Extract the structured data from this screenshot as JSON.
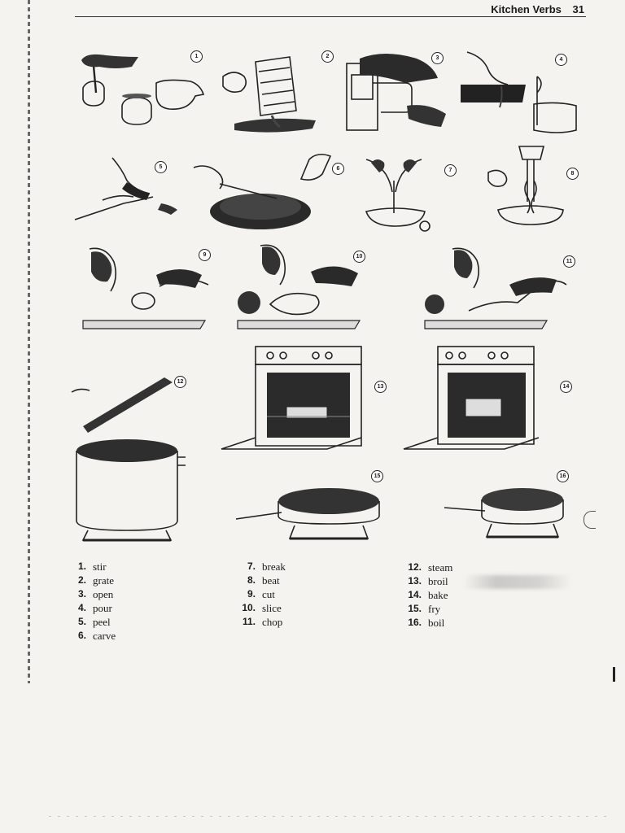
{
  "header": {
    "title": "Kitchen Verbs",
    "page_number": "31"
  },
  "figures": [
    {
      "n": "1",
      "icon": "stir-icon"
    },
    {
      "n": "2",
      "icon": "grate-icon"
    },
    {
      "n": "3",
      "icon": "open-can-icon"
    },
    {
      "n": "4",
      "icon": "pour-icon"
    },
    {
      "n": "5",
      "icon": "peel-icon"
    },
    {
      "n": "6",
      "icon": "carve-icon"
    },
    {
      "n": "7",
      "icon": "break-egg-icon"
    },
    {
      "n": "8",
      "icon": "beat-icon"
    },
    {
      "n": "9",
      "icon": "cut-icon"
    },
    {
      "n": "10",
      "icon": "slice-icon"
    },
    {
      "n": "11",
      "icon": "chop-icon"
    },
    {
      "n": "12",
      "icon": "steam-pot-icon"
    },
    {
      "n": "13",
      "icon": "broil-oven-icon"
    },
    {
      "n": "14",
      "icon": "bake-oven-icon"
    },
    {
      "n": "15",
      "icon": "fry-pan-icon"
    },
    {
      "n": "16",
      "icon": "boil-pan-icon"
    }
  ],
  "vocab": {
    "col1": [
      {
        "num": "1.",
        "word": "stir"
      },
      {
        "num": "2.",
        "word": "grate"
      },
      {
        "num": "3.",
        "word": "open"
      },
      {
        "num": "4.",
        "word": "pour"
      },
      {
        "num": "5.",
        "word": "peel"
      },
      {
        "num": "6.",
        "word": "carve"
      }
    ],
    "col2": [
      {
        "num": "7.",
        "word": "break"
      },
      {
        "num": "8.",
        "word": "beat"
      },
      {
        "num": "9.",
        "word": "cut"
      },
      {
        "num": "10.",
        "word": "slice"
      },
      {
        "num": "11.",
        "word": "chop"
      }
    ],
    "col3": [
      {
        "num": "12.",
        "word": "steam"
      },
      {
        "num": "13.",
        "word": "broil"
      },
      {
        "num": "14.",
        "word": "bake"
      },
      {
        "num": "15.",
        "word": "fry"
      },
      {
        "num": "16.",
        "word": "boil"
      }
    ]
  }
}
